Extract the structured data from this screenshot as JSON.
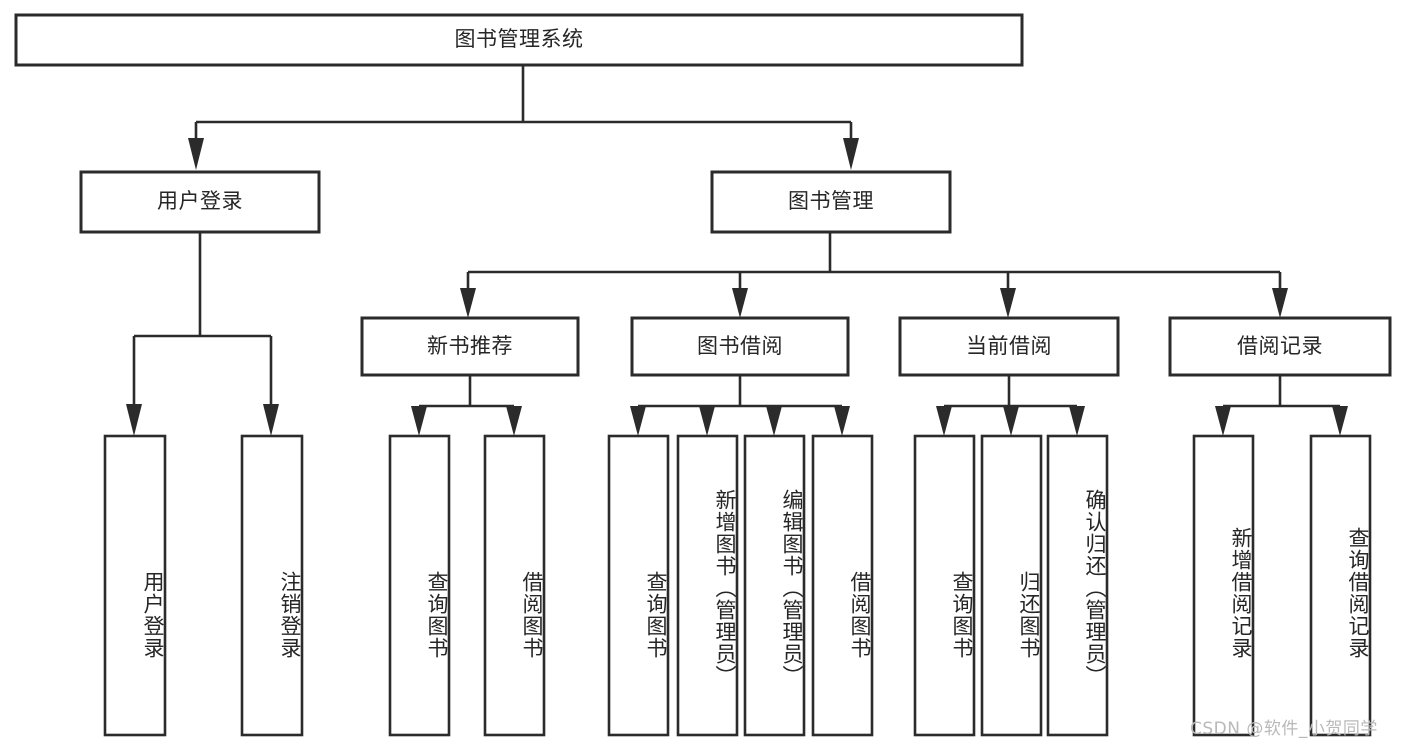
{
  "diagram": {
    "title": "图书管理系统",
    "type": "tree-hierarchy-diagram",
    "watermark": "CSDN @软件_小贺同学",
    "colors": {
      "stroke": "#2b2b2b",
      "fill": "#ffffff",
      "text": "#262626",
      "watermark": "#b9b9b9"
    },
    "levels": {
      "root": {
        "label": "图书管理系统"
      },
      "level2": [
        {
          "label": "用户登录"
        },
        {
          "label": "图书管理"
        }
      ],
      "level3": [
        {
          "label": "新书推荐"
        },
        {
          "label": "图书借阅"
        },
        {
          "label": "当前借阅"
        },
        {
          "label": "借阅记录"
        }
      ],
      "leaves": [
        {
          "label": "用户登录",
          "parent": "用户登录"
        },
        {
          "label": "注销登录",
          "parent": "用户登录"
        },
        {
          "label": "查询图书",
          "parent": "新书推荐"
        },
        {
          "label": "借阅图书",
          "parent": "新书推荐"
        },
        {
          "label": "查询图书",
          "parent": "图书借阅"
        },
        {
          "label": "新增图书（管理员）",
          "parent": "图书借阅"
        },
        {
          "label": "编辑图书（管理员）",
          "parent": "图书借阅"
        },
        {
          "label": "借阅图书",
          "parent": "图书借阅"
        },
        {
          "label": "查询图书",
          "parent": "当前借阅"
        },
        {
          "label": "归还图书",
          "parent": "当前借阅"
        },
        {
          "label": "确认归还（管理员）",
          "parent": "当前借阅"
        },
        {
          "label": "新增借阅记录",
          "parent": "借阅记录"
        },
        {
          "label": "查询借阅记录",
          "parent": "借阅记录"
        }
      ]
    }
  }
}
